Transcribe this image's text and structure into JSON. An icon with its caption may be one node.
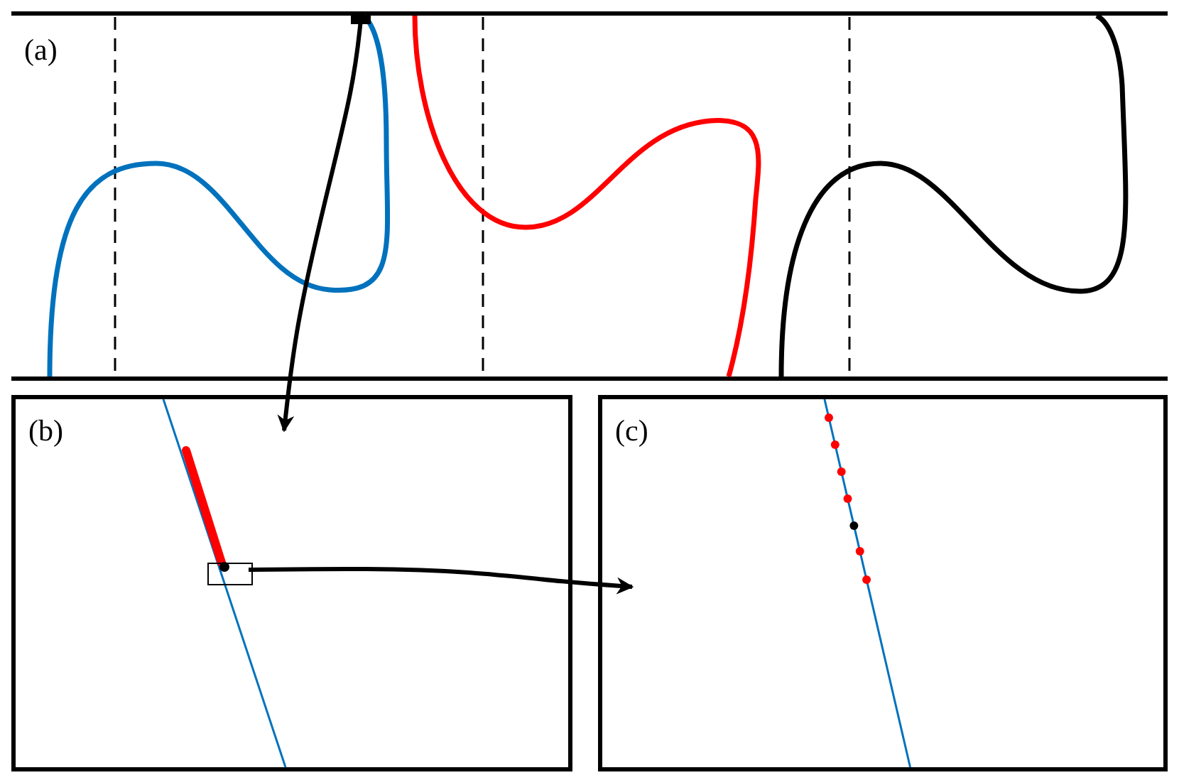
{
  "diagram": {
    "nodes": [
      {
        "text": [
          "(a)"
        ]
      },
      {
        "text": [],
        "shape": "box",
        "in": 0
      },
      {
        "text": [
          "(b)"
        ]
      },
      {
        "text": [],
        "shape": "box",
        "in": 2
      },
      {
        "text": [
          "(c)"
        ]
      }
    ],
    "edges": [
      {
        "from": 1,
        "to": 2,
        "arrow": "to"
      },
      {
        "from": 3,
        "to": 4,
        "arrow": "to"
      }
    ]
  }
}
